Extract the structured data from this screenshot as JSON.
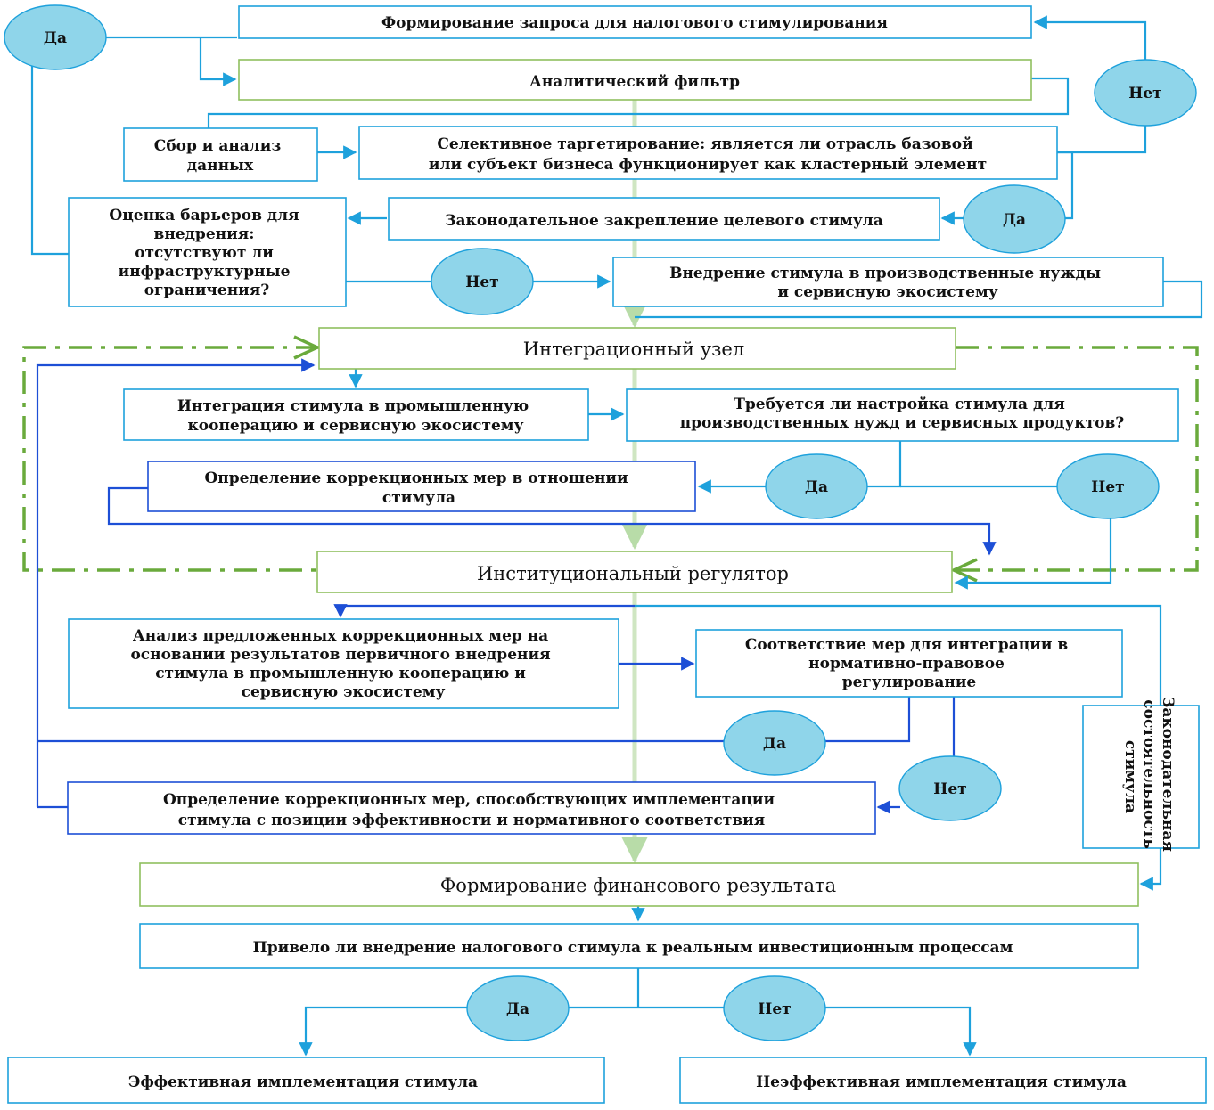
{
  "boxes": {
    "request": "Формирование  запроса  для  налогового  стимулирования",
    "analytic_filter": "Аналитический  фильтр",
    "data_collection": [
      "Сбор  и  анализ",
      "данных"
    ],
    "selective": [
      "Селективное  таргетирование: является  ли  отрасль  базовой",
      "или  субъект  бизнеса  функционирует    как  кластерный  элемент"
    ],
    "legislative_fix": "Законодательное  закрепление  целевого  стимула",
    "barriers": [
      "Оценка  барьеров для",
      "внедрения:",
      "отсутствуют  ли",
      "инфраструктурные",
      "ограничения?"
    ],
    "implementation": [
      "Внедрение  стимула в производственные  нужды",
      "и  сервисную  экосистему"
    ],
    "integration_node": "Интеграционный  узел",
    "integration": [
      "Интеграция  стимула в промышленную",
      "кооперацию  и сервисную  экосистему"
    ],
    "tuning_question": [
      "Требуется ли настройка стимула для",
      "производственных нужд и сервисных продуктов?"
    ],
    "correction_def": [
      "Определение  коррекционных   мер в отношении",
      "стимула"
    ],
    "institutional": "Институциональный  регулятор",
    "analysis": [
      "Анализ предложенных  коррекционных   мер на",
      "основании  результатов первичного внедрения",
      "стимула в промышленную   кооперацию  и",
      "сервисную экосистему"
    ],
    "compliance": [
      "Соответствие мер для интеграции  в",
      "нормативно-правовое",
      "регулирование"
    ],
    "legal_consistency": [
      "Законодательная",
      "состоятельность",
      "стимула"
    ],
    "correction_effective": [
      "Определение  коррекционных  мер, способствующих  имплементации",
      "стимула с позиции  эффективности  и нормативного  соответствия"
    ],
    "financial": "Формирование финансового результата",
    "investment_question": "Привело  ли внедрение  налогового  стимула  к реальным  инвестиционным   процессам",
    "effective": "Эффективная  имплементация  стимула",
    "ineffective": "Неэффективная  имплементация  стимула"
  },
  "circles": {
    "yes_top_left": "Да",
    "no_top_right": "Нет",
    "yes_selective": "Да",
    "no_barriers": "Нет",
    "yes_tuning": "Да",
    "no_tuning": "Нет",
    "yes_compliance": "Да",
    "no_compliance": "Нет",
    "yes_final": "Да",
    "no_final": "Нет"
  },
  "colors": {
    "blue": "#1ea1dc",
    "navy": "#1d4fd6",
    "green": "#8fbf5f",
    "circle_fill": "#8fd5ea"
  }
}
